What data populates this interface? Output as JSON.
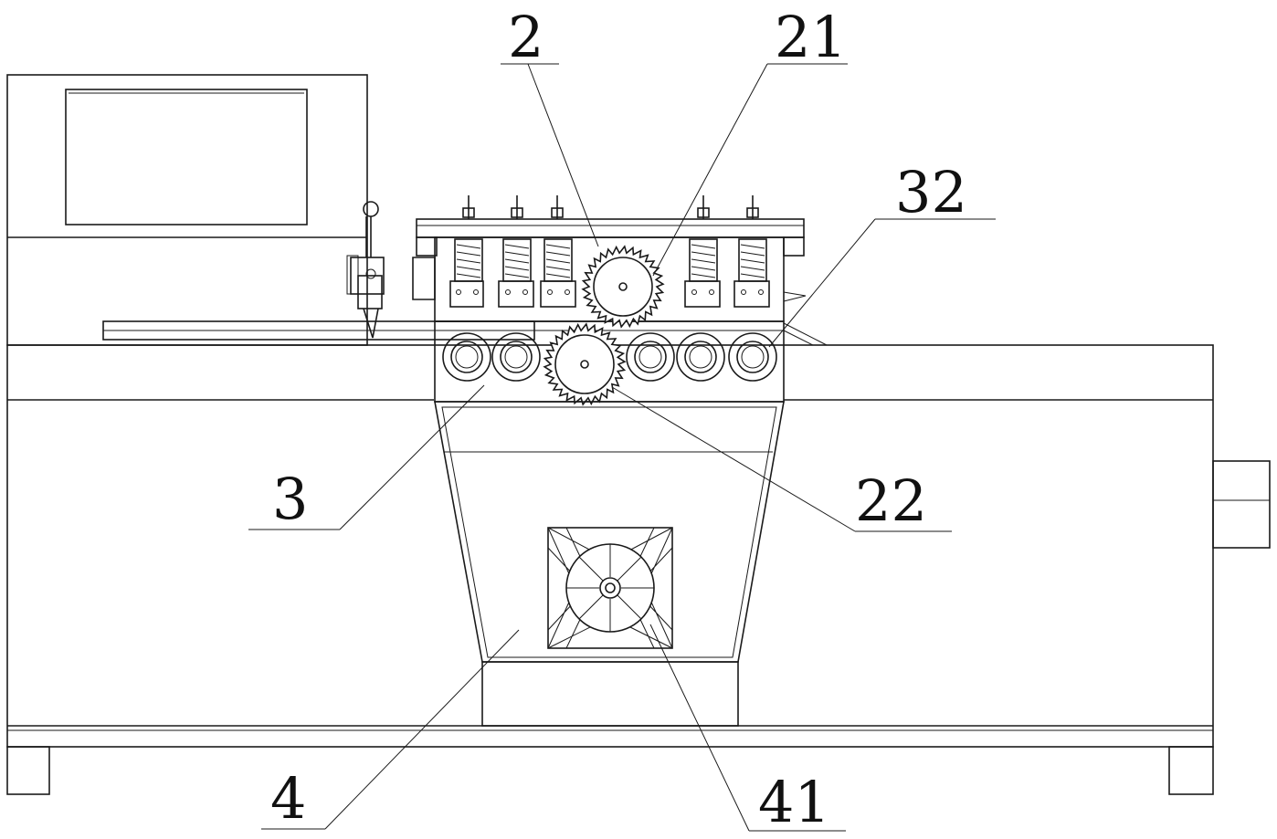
{
  "labels": {
    "l2": "2",
    "l21": "21",
    "l32": "32",
    "l3": "3",
    "l22": "22",
    "l4": "4",
    "l41": "41"
  }
}
